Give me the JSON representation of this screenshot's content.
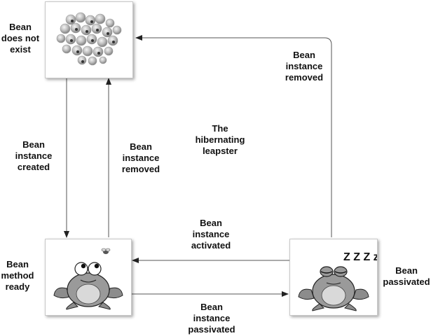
{
  "states": {
    "not_exist": "Bean\ndoes not\nexist",
    "method_ready": "Bean\nmethod\nready",
    "passivated": "Bean\npassivated"
  },
  "transitions": {
    "created": "Bean\ninstance\ncreated",
    "removed_left": "Bean\ninstance\nremoved",
    "removed_right": "Bean\ninstance\nremoved",
    "activated": "Bean\ninstance\nactivated",
    "passivated": "Bean\ninstance\npassivated"
  },
  "caption": "The\nhibernating\nleapster",
  "sleep_text": "Z Z Z z"
}
